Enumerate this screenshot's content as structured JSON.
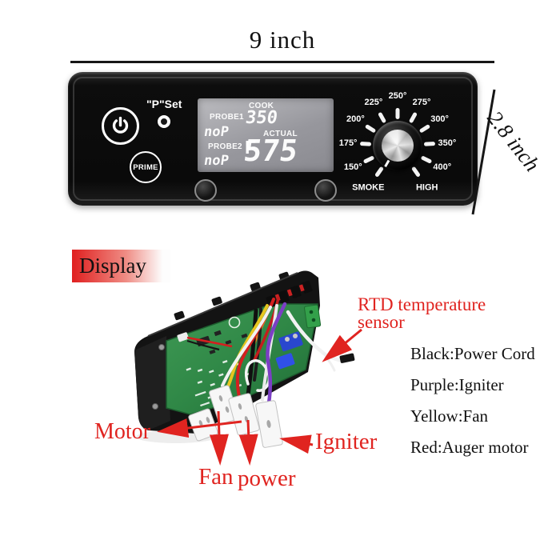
{
  "dimensions": {
    "width_label": "9 inch",
    "height_label": "2.8 inch"
  },
  "panel": {
    "pset_label": "\"P\"Set",
    "prime_label": "PRIME",
    "lcd": {
      "cook_label": "COOK",
      "cook_value": "350",
      "probe1_label": "PROBE1",
      "probe1_value": "noP",
      "probe2_label": "PROBE2",
      "probe2_value": "noP",
      "actual_label": "ACTUAL",
      "actual_value": "575",
      "actual_unit": "F"
    },
    "dial": {
      "labels": [
        "SMOKE",
        "150°",
        "175°",
        "200°",
        "225°",
        "250°",
        "275°",
        "300°",
        "350°",
        "400°",
        "HIGH"
      ]
    }
  },
  "annotations": {
    "display_box": "Display",
    "rtd_line1": "RTD temperature",
    "rtd_line2": "sensor",
    "motor": "Motor",
    "fan": "Fan",
    "power": "power",
    "igniter": "Igniter"
  },
  "legend": {
    "items": [
      "Black:Power Cord",
      "Purple:Igniter",
      "Yellow:Fan",
      "Red:Auger motor"
    ]
  },
  "colors": {
    "annotation_red": "#e02420",
    "panel_black": "#0a0a0a",
    "lcd_gray": "#9b9ba1",
    "pcb_green": "#2f8746",
    "display_gradient_red": "#e01f1f"
  }
}
